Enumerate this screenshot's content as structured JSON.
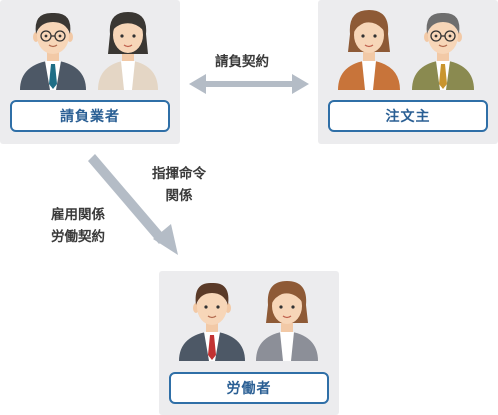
{
  "nodes": {
    "contractor": {
      "label": "請負業者"
    },
    "orderer": {
      "label": "注文主"
    },
    "worker": {
      "label": "労働者"
    }
  },
  "relations": {
    "contract": {
      "label": "請負契約"
    },
    "command": {
      "line1": "指揮命令",
      "line2": "関係"
    },
    "employment": {
      "line1": "雇用関係",
      "line2": "労働契約"
    }
  },
  "colors": {
    "card_bg": "#ececee",
    "label_border": "#2f6fa7",
    "arrow": "#b4bcc6"
  }
}
